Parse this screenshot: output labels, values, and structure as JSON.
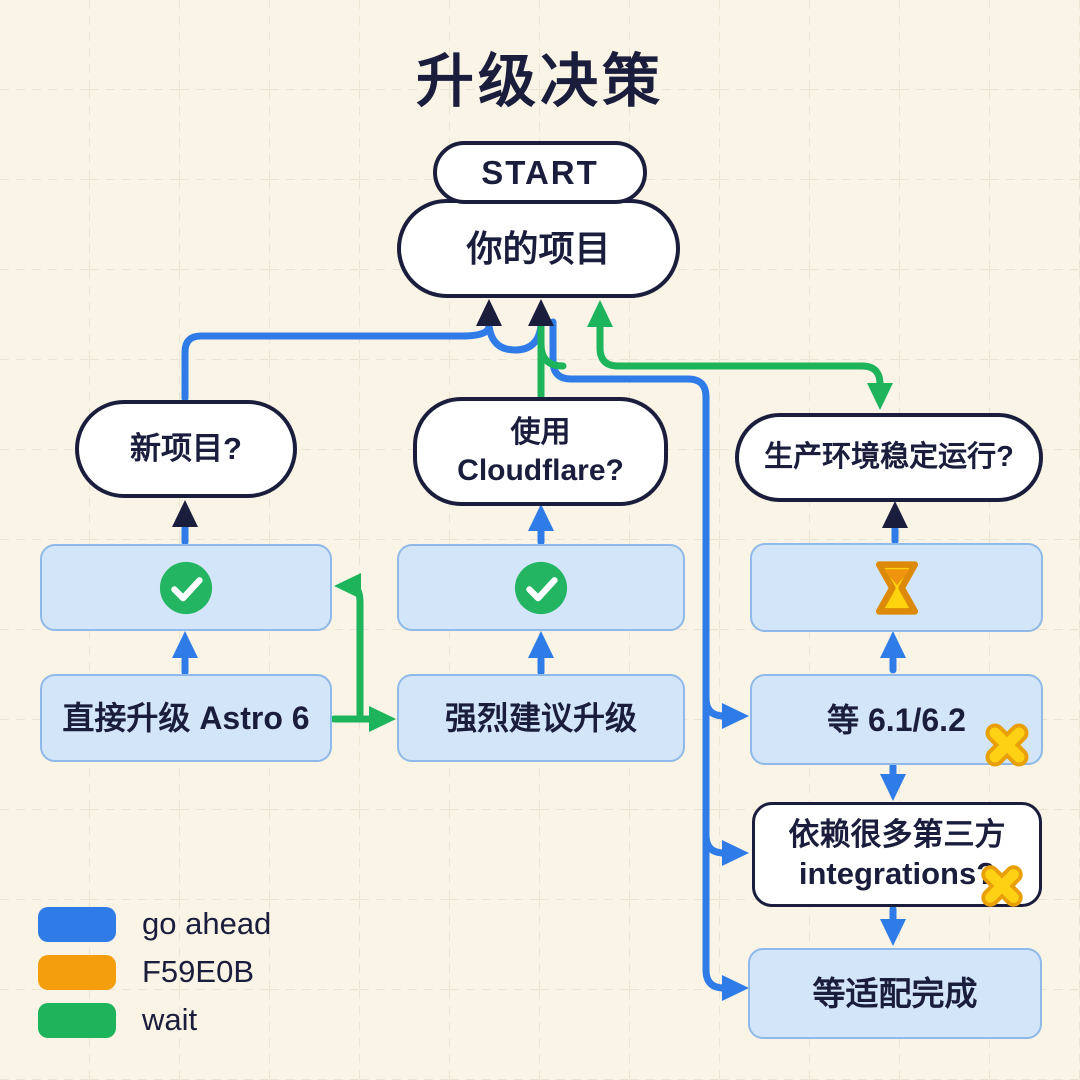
{
  "title": "升级决策",
  "nodes": {
    "start": "START",
    "project": "你的项目",
    "q_new": "新项目?",
    "q_cloudflare": "使用\nCloudflare?",
    "q_prod": "生产环境稳定运行?",
    "direct_upgrade": "直接升级 Astro 6",
    "recommend": "强烈建议升级",
    "wait_release": "等 6.1/6.2",
    "q_integrations": "依赖很多第三方\nintegrations?",
    "wait_adapt": "等适配完成"
  },
  "icons": {
    "check_circle": "green check circle",
    "hourglass": "yellow hourglass",
    "yellow_cross": "yellow cross mark"
  },
  "edges": [
    {
      "from": "q_new",
      "to": "project",
      "color": "blue"
    },
    {
      "from": "q_cloudflare",
      "to": "project",
      "color": "green"
    },
    {
      "from": "project",
      "to": "q_prod",
      "color": "green"
    },
    {
      "from": "project",
      "to": "wait_release/q_integrations/wait_adapt",
      "color": "blue"
    },
    {
      "from": "check_new",
      "to": "q_new",
      "color": "blue"
    },
    {
      "from": "check_cloudflare",
      "to": "q_cloudflare",
      "color": "blue"
    },
    {
      "from": "hourglass_box",
      "to": "q_prod",
      "color": "blue"
    },
    {
      "from": "direct_upgrade",
      "to": "check_new",
      "color": "blue"
    },
    {
      "from": "recommend",
      "to": "check_cloudflare",
      "color": "blue"
    },
    {
      "from": "wait_release",
      "to": "hourglass_box",
      "color": "blue"
    },
    {
      "from": "wait_release",
      "to": "q_integrations",
      "color": "blue"
    },
    {
      "from": "q_integrations",
      "to": "wait_adapt",
      "color": "blue"
    },
    {
      "from": "direct_upgrade",
      "to": "recommend",
      "color": "green"
    },
    {
      "from": "recommend",
      "to": "check_new",
      "color": "green"
    }
  ],
  "legend": {
    "items": [
      {
        "label": "go ahead",
        "color": "#2F7CE8"
      },
      {
        "label": "F59E0B",
        "color": "#F59E0B"
      },
      {
        "label": "wait",
        "color": "#1DB45C"
      }
    ]
  },
  "colors": {
    "background": "#F9F4E5",
    "dark_navy": "#1B1D3D",
    "blue": "#2F7CE8",
    "green": "#1DB45C",
    "box_fill": "#D3E5F8",
    "box_border": "#8FB9E8",
    "check_green": "#23B561",
    "icon_yellow": "#FFD30D",
    "icon_orange": "#E9A008"
  }
}
